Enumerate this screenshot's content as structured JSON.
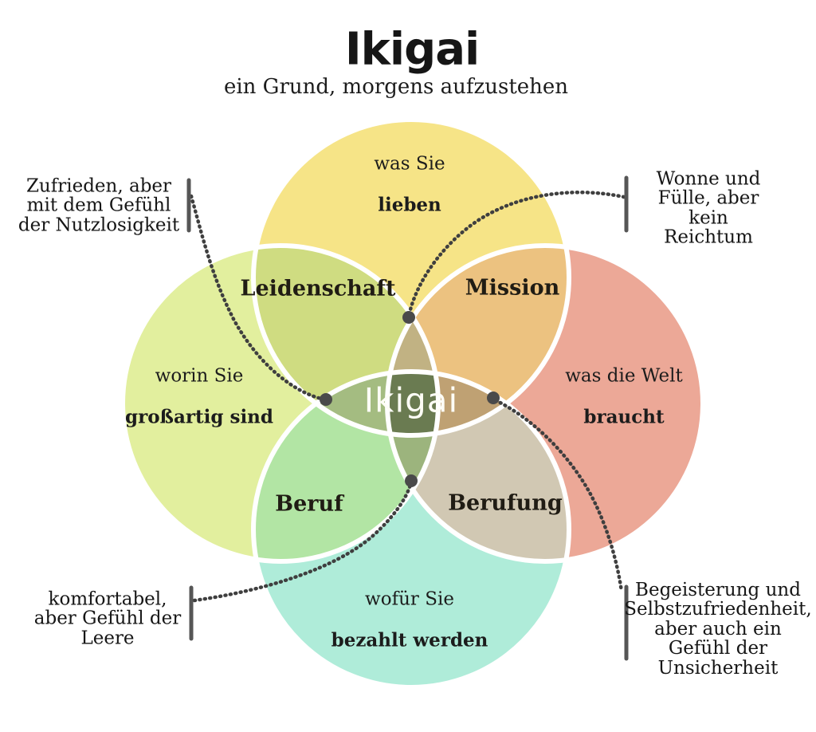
{
  "title": "Ikigai",
  "subtitle": "ein Grund, morgens aufzustehen",
  "center_label": "Ikigai",
  "colors": {
    "circle_top": "#F6E487",
    "circle_left": "#E2EF9E",
    "circle_right": "#ECA897",
    "circle_bottom": "#AFECD9",
    "overlap_passion": "#CFDC81",
    "overlap_mission": "#ECC280",
    "overlap_profession": "#B2E5A4",
    "overlap_vocation": "#D1C8B3",
    "triple_top": "#C1B283",
    "triple_left": "#A4BC81",
    "triple_right": "#BFA173",
    "triple_bottom": "#9CB47D",
    "center": "#6A7B51",
    "outline": "#FFFFFF",
    "connector": "#3F3F3F",
    "bar": "#565656",
    "dot": "#4A4A4A"
  },
  "circles": {
    "top": {
      "line1": "was Sie",
      "line2": "lieben"
    },
    "left": {
      "line1": "worin Sie",
      "line2": "großartig sind"
    },
    "right": {
      "line1": "was die Welt",
      "line2": "braucht"
    },
    "bottom": {
      "line1": "wofür Sie",
      "line2": "bezahlt werden"
    }
  },
  "intersections": {
    "passion": "Leidenschaft",
    "mission": "Mission",
    "profession": "Beruf",
    "vocation": "Berufung"
  },
  "annotations": {
    "top_left": "Zufrieden, aber\nmit dem Gefühl\nder Nutzlosigkeit",
    "top_right": "Wonne und\nFülle, aber kein\nReichtum",
    "bottom_left": "komfortabel,\naber Gefühl der\nLeere",
    "bottom_right": "Begeisterung und\nSelbstzufriedenheit,\naber auch ein\nGefühl der\nUnsicherheit"
  }
}
